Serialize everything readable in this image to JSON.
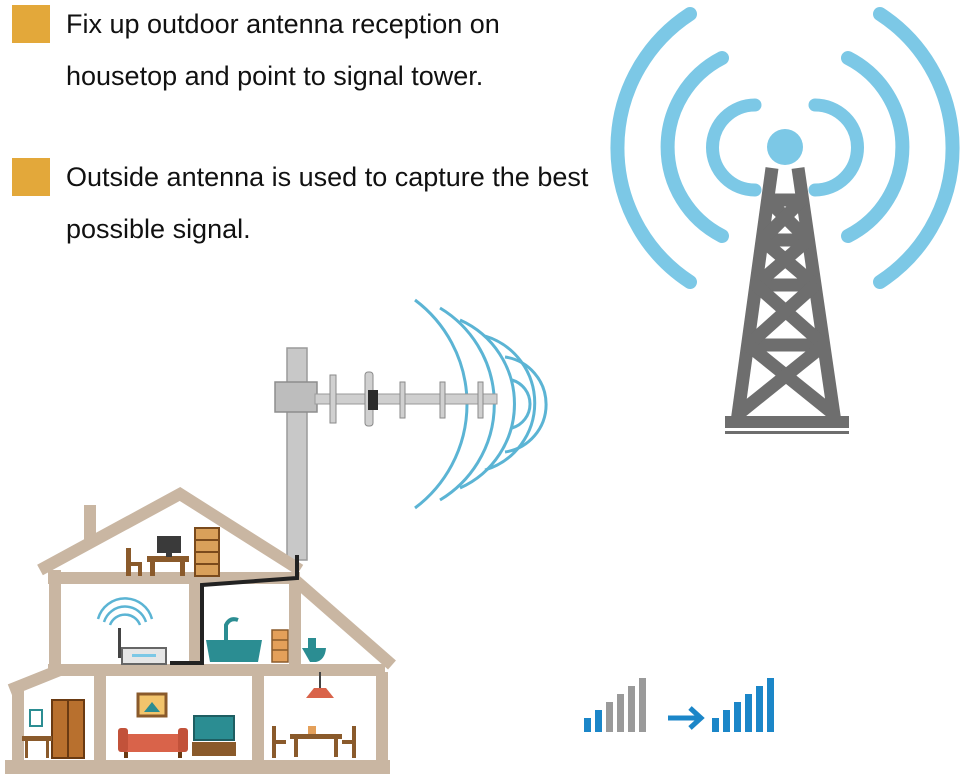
{
  "bullets": [
    {
      "text": "Fix up outdoor antenna reception on housetop and point to signal tower."
    },
    {
      "text": "Outside antenna is used to capture the best possible signal."
    }
  ],
  "colors": {
    "bullet": "#e3a83a",
    "wave_blue": "#7cc8e6",
    "tower_gray": "#6e6e6e",
    "house_outline": "#c9b6a2",
    "house_wall": "#ffffff",
    "bar_gray": "#9a9a9a",
    "bar_blue": "#1b86c8",
    "arrow_blue": "#1b86c8"
  },
  "icons": {
    "tower": "signal-tower-icon",
    "antenna": "yagi-antenna-icon",
    "house": "house-cutaway-icon",
    "booster": "signal-booster-icon",
    "signal_before": "weak-signal-bars-icon",
    "signal_after": "strong-signal-bars-icon",
    "arrow": "arrow-right-icon"
  },
  "signal_bars": {
    "before_levels": [
      0.25,
      0.4,
      0.55,
      0.7,
      0.85,
      1.0
    ],
    "after_levels": [
      0.25,
      0.4,
      0.55,
      0.7,
      0.85,
      1.0
    ]
  }
}
